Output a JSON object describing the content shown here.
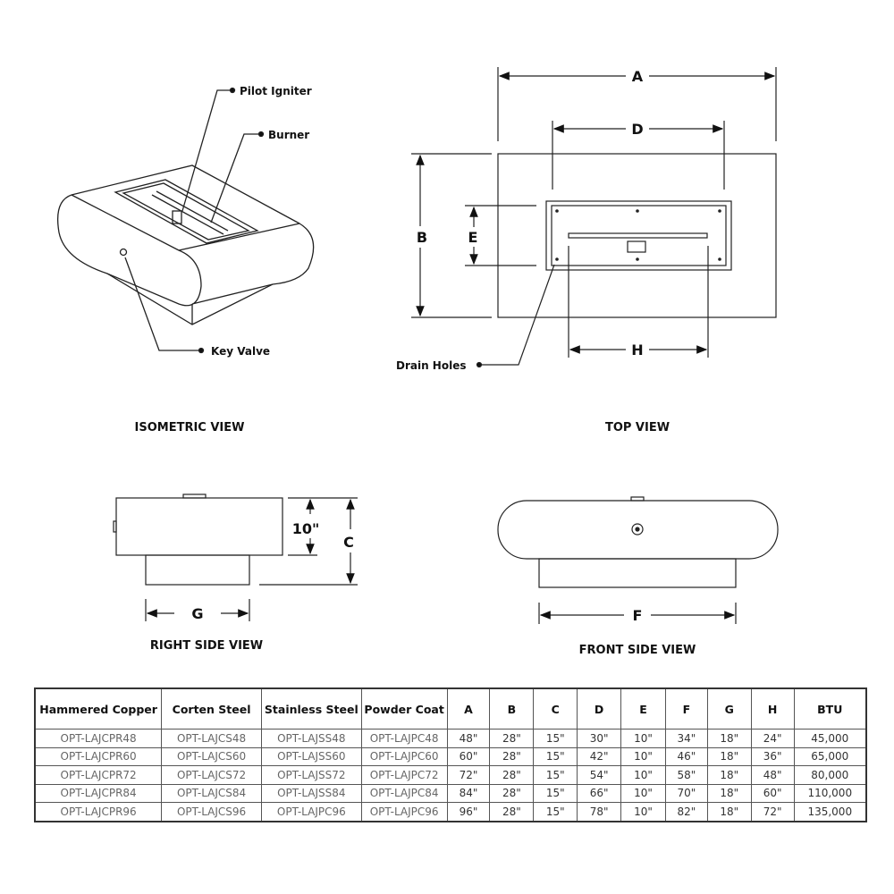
{
  "isometric_view": {
    "title": "ISOMETRIC VIEW",
    "callouts": [
      "Pilot Igniter",
      "Burner",
      "Key Valve"
    ]
  },
  "top_view": {
    "title": "TOP VIEW",
    "dimensions": [
      "A",
      "D",
      "B",
      "E",
      "H"
    ],
    "callouts": [
      "Drain Holes"
    ]
  },
  "right_side_view": {
    "title": "RIGHT SIDE VIEW",
    "dimensions": [
      "10\"",
      "C",
      "G"
    ]
  },
  "front_side_view": {
    "title": "FRONT SIDE VIEW",
    "dimensions": [
      "F"
    ]
  },
  "spec_table": {
    "headers": [
      "Hammered Copper",
      "Corten Steel",
      "Stainless Steel",
      "Powder Coat",
      "A",
      "B",
      "C",
      "D",
      "E",
      "F",
      "G",
      "H",
      "BTU"
    ],
    "rows": [
      [
        "OPT-LAJCPR48",
        "OPT-LAJCS48",
        "OPT-LAJSS48",
        "OPT-LAJPC48",
        "48\"",
        "28\"",
        "15\"",
        "30\"",
        "10\"",
        "34\"",
        "18\"",
        "24\"",
        "45,000"
      ],
      [
        "OPT-LAJCPR60",
        "OPT-LAJCS60",
        "OPT-LAJSS60",
        "OPT-LAJPC60",
        "60\"",
        "28\"",
        "15\"",
        "42\"",
        "10\"",
        "46\"",
        "18\"",
        "36\"",
        "65,000"
      ],
      [
        "OPT-LAJCPR72",
        "OPT-LAJCS72",
        "OPT-LAJSS72",
        "OPT-LAJPC72",
        "72\"",
        "28\"",
        "15\"",
        "54\"",
        "10\"",
        "58\"",
        "18\"",
        "48\"",
        "80,000"
      ],
      [
        "OPT-LAJCPR84",
        "OPT-LAJCS84",
        "OPT-LAJSS84",
        "OPT-LAJPC84",
        "84\"",
        "28\"",
        "15\"",
        "66\"",
        "10\"",
        "70\"",
        "18\"",
        "60\"",
        "110,000"
      ],
      [
        "OPT-LAJCPR96",
        "OPT-LAJCS96",
        "OPT-LAJPC96",
        "OPT-LAJPC96",
        "96\"",
        "28\"",
        "15\"",
        "78\"",
        "10\"",
        "82\"",
        "18\"",
        "72\"",
        "135,000"
      ]
    ]
  }
}
